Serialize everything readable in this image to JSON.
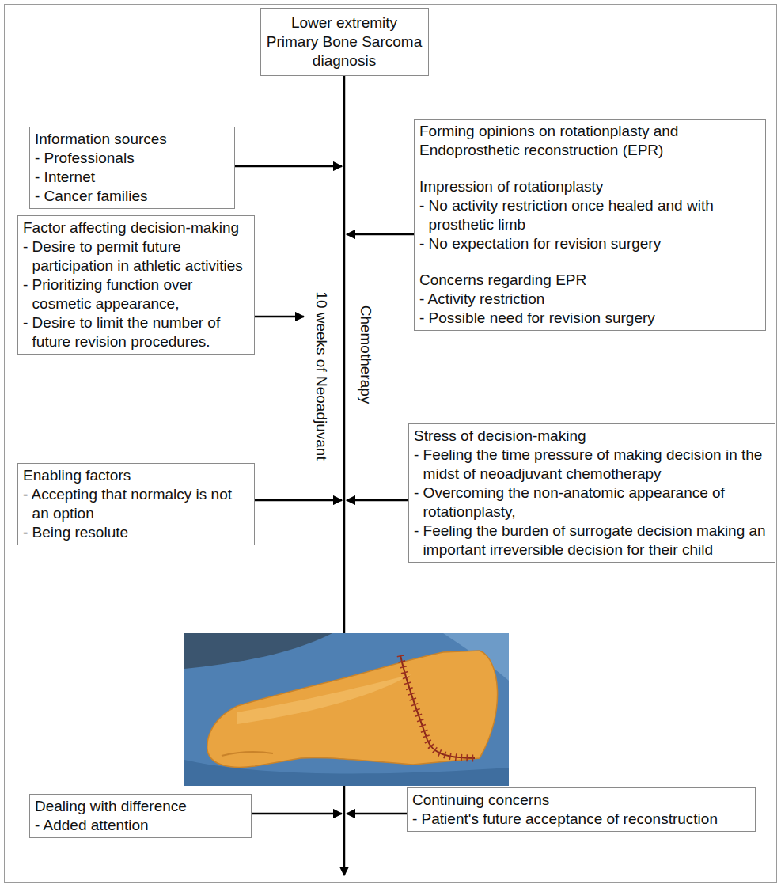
{
  "diagram": {
    "nodes": [
      {
        "text": [
          "Lower extremity Primary Bone Sarcoma diagnosis"
        ]
      },
      {
        "text": [
          "Information sources",
          "- Professionals",
          "- Internet",
          "- Cancer families"
        ]
      },
      {
        "text": [
          "Forming opinions on rotationplasty and Endoprosthetic reconstruction (EPR)",
          "Impression of rotationplasty",
          "- No activity restriction once healed and with prosthetic limb",
          "- No expectation for revision surgery",
          "Concerns regarding EPR",
          "- Activity restriction",
          "- Possible need for revision surgery"
        ]
      },
      {
        "text": [
          "Factor affecting decision-making",
          "- Desire to permit future participation in athletic activities",
          "- Prioritizing function over cosmetic appearance,",
          "- Desire to limit the number of future revision procedures."
        ]
      },
      {
        "text": [
          "Enabling factors",
          "- Accepting that normalcy is not an option",
          "- Being resolute"
        ]
      },
      {
        "text": [
          "Stress of decision-making",
          "- Feeling the time pressure of making decision in the midst of neoadjuvant chemotherapy",
          "- Overcoming the non-anatomic appearance of rotationplasty,",
          "- Feeling the burden of surrogate decision making an important irreversible decision for their child"
        ]
      },
      {
        "text": [
          "Dealing with difference",
          "- Added attention"
        ]
      },
      {
        "text": [
          "Continuing concerns",
          "- Patient's future acceptance of reconstruction"
        ]
      }
    ],
    "labels": [
      "10 weeks of Neoadjuvant",
      "Chemotherapy"
    ]
  }
}
